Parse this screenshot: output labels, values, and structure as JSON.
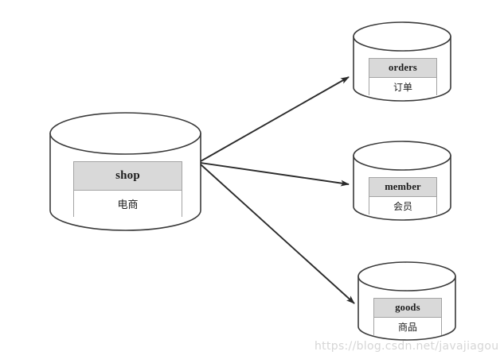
{
  "diagram": {
    "type": "database-sharding-diagram",
    "background_color": "#ffffff",
    "stroke_color": "#3a3a3a",
    "label_border_color": "#a3a3a3",
    "header_fill_color": "#d9d9d9",
    "body_fill_color": "#ffffff",
    "source": {
      "id": "shop",
      "name": "shop",
      "description": "电商",
      "shape": "cylinder",
      "role": "source-database"
    },
    "targets": [
      {
        "id": "orders",
        "name": "orders",
        "description": "订单",
        "shape": "cylinder",
        "role": "target-database"
      },
      {
        "id": "member",
        "name": "member",
        "description": "会员",
        "shape": "cylinder",
        "role": "target-database"
      },
      {
        "id": "goods",
        "name": "goods",
        "description": "商品",
        "shape": "cylinder",
        "role": "target-database"
      }
    ],
    "connections": [
      {
        "from": "shop",
        "to": "orders",
        "style": "solid-arrow"
      },
      {
        "from": "shop",
        "to": "member",
        "style": "solid-arrow"
      },
      {
        "from": "shop",
        "to": "goods",
        "style": "solid-arrow"
      }
    ],
    "watermark": "https://blog.csdn.net/javajiagou"
  }
}
